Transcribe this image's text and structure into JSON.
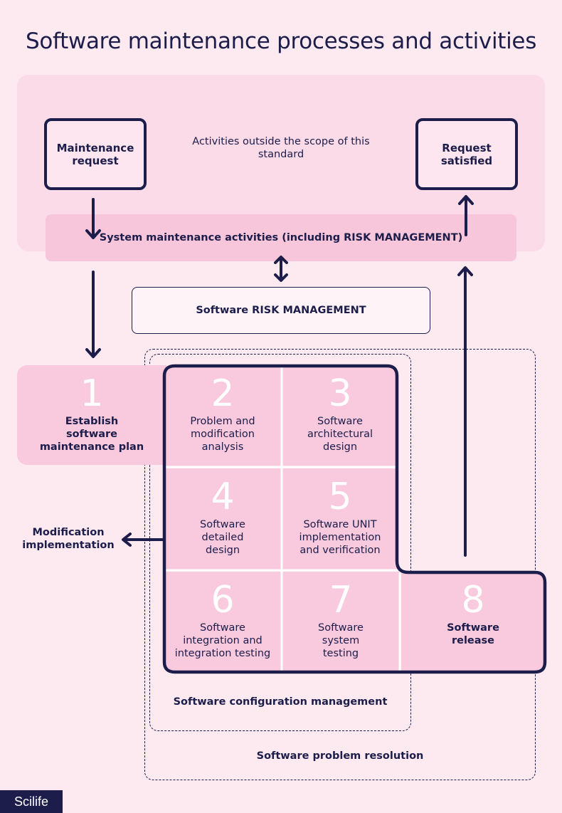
{
  "title": "Software maintenance processes and activities",
  "scope_text": "Activities outside the scope of this standard",
  "maintenance_request": "Maintenance request",
  "request_satisfied": "Request satisfied",
  "system_activities": "System maintenance activities (including RISK MANAGEMENT)",
  "software_risk": "Software RISK MANAGEMENT",
  "steps": [
    {
      "num": "1",
      "label": "Establish software maintenance plan"
    },
    {
      "num": "2",
      "label": "Problem and modification analysis"
    },
    {
      "num": "3",
      "label": "Software architectural design"
    },
    {
      "num": "4",
      "label": "Software detailed design"
    },
    {
      "num": "5",
      "label": "Software UNIT implementation and verification"
    },
    {
      "num": "6",
      "label": "Software integration and integration testing"
    },
    {
      "num": "7",
      "label": "Software system testing"
    },
    {
      "num": "8",
      "label": "Software release"
    }
  ],
  "modification_implementation": "Modification implementation",
  "config_management": "Software configuration management",
  "problem_resolution": "Software problem resolution",
  "brand": "Scilife",
  "colors": {
    "background": "#fdeaf1",
    "navy": "#1c1d4a",
    "pink_cell": "#f9c9dd",
    "pink_bar": "#f8c6da"
  }
}
